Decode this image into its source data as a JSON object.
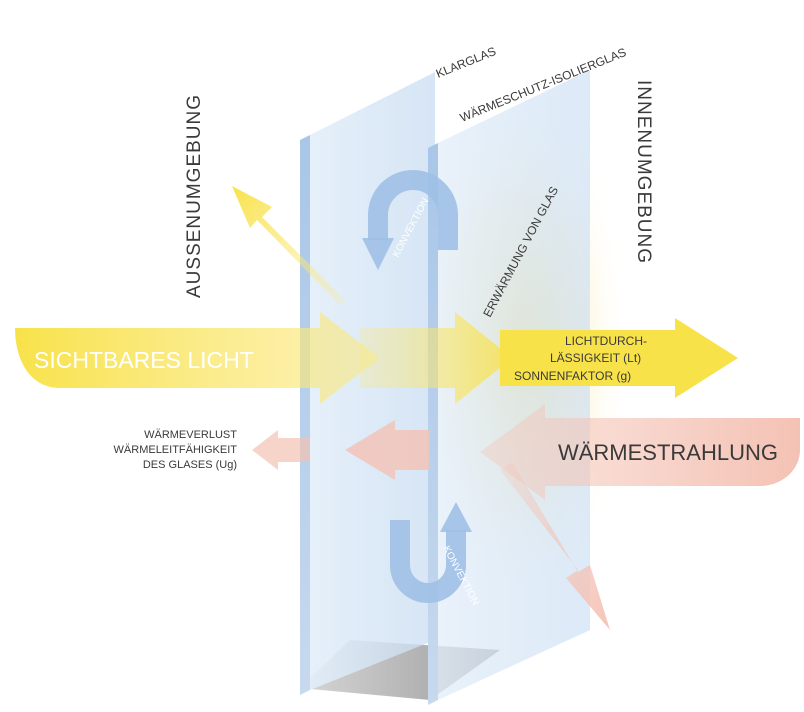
{
  "labels": {
    "klarglas": "KLARGLAS",
    "waermeschutz": "WÄRMESCHUTZ-ISOLIERGLAS",
    "aussenumgebung": "AUSSENUMGEBUNG",
    "innenumgebung": "INNENUMGEBUNG",
    "konvektion_top": "KONVEKTION",
    "konvektion_bottom": "KONVEKTION",
    "erwaermung": "ERWÄRMUNG VON GLAS",
    "sichtbares_licht": "SICHTBARES LICHT",
    "lichtdurch_1": "LICHTDURCH-",
    "lichtdurch_2": "LÄSSIGKEIT (Lt)",
    "sonnenfaktor": "SONNENFAKTOR (g)",
    "waermeverlust_1": "WÄRMEVERLUST",
    "waermeverlust_2": "WÄRMELEITFÄHIGKEIT",
    "waermeverlust_3": "DES GLASES (Ug)",
    "waermestrahlung": "WÄRMESTRAHLUNG"
  },
  "colors": {
    "light_yellow": "#f8e24a",
    "heat_pink": "#f4c2b4",
    "glass_blue": "#b9d3ec",
    "text": "#3a3a3a",
    "text_light": "#ffffff"
  }
}
